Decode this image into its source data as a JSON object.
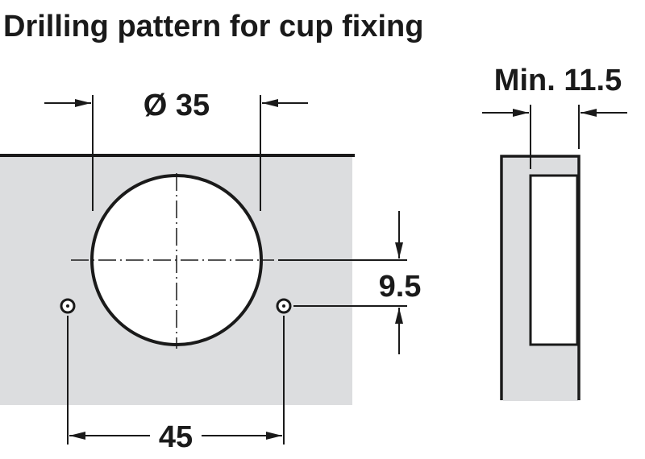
{
  "title": "Drilling pattern for cup fixing",
  "dimensions": {
    "cup_diameter": "Ø 35",
    "offset": "9.5",
    "hole_spacing": "45",
    "min_thickness": "Min. 11.5"
  },
  "colors": {
    "panel": "#dcdddf",
    "line": "#1a1a1a"
  }
}
